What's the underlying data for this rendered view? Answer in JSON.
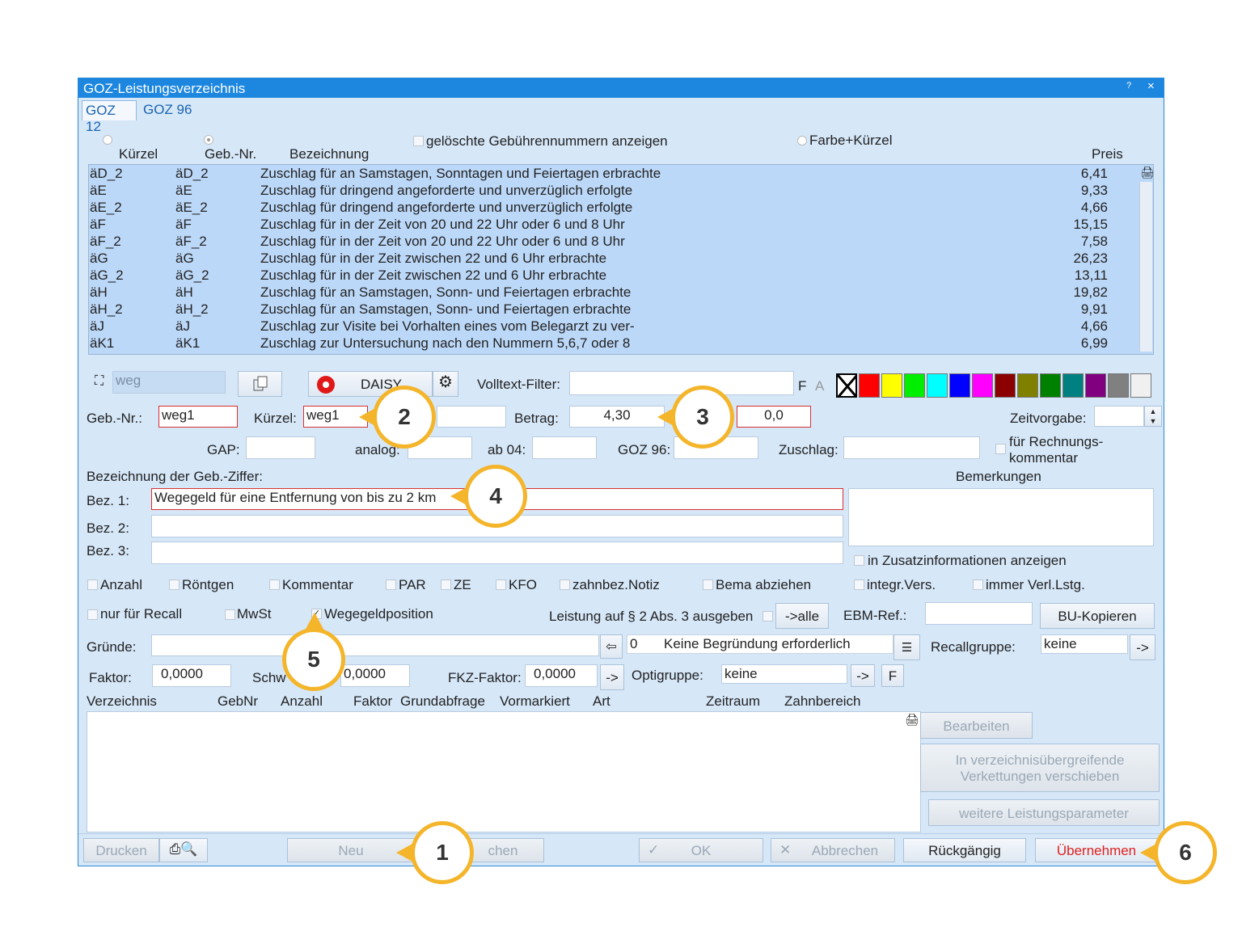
{
  "window": {
    "title": "GOZ-Leistungsverzeichnis",
    "help": "?",
    "close": "×"
  },
  "tabs": [
    "GOZ 12",
    "GOZ 96"
  ],
  "sort": {
    "kuerzel": "Kürzel",
    "gebnr": "Geb.-Nr.",
    "bezeichnung": "Bezeichnung",
    "deleted_label": "gelöschte Gebührennummern anzeigen",
    "farbe_label": "Farbe+Kürzel",
    "preis": "Preis"
  },
  "list": [
    {
      "k": "äD_2",
      "g": "äD_2",
      "b": "Zuschlag für an Samstagen, Sonntagen und Feiertagen erbrachte",
      "p": "6,41"
    },
    {
      "k": "äE",
      "g": "äE",
      "b": "Zuschlag für dringend angeforderte und unverzüglich erfolgte",
      "p": "9,33"
    },
    {
      "k": "äE_2",
      "g": "äE_2",
      "b": "Zuschlag für dringend angeforderte und unverzüglich erfolgte",
      "p": "4,66"
    },
    {
      "k": "äF",
      "g": "äF",
      "b": "Zuschlag für in der Zeit von 20 und 22 Uhr oder 6 und 8 Uhr",
      "p": "15,15"
    },
    {
      "k": "äF_2",
      "g": "äF_2",
      "b": "Zuschlag für in der Zeit von 20 und 22 Uhr oder 6 und 8 Uhr",
      "p": "7,58"
    },
    {
      "k": "äG",
      "g": "äG",
      "b": "Zuschlag für in der Zeit zwischen 22 und 6 Uhr erbrachte",
      "p": "26,23"
    },
    {
      "k": "äG_2",
      "g": "äG_2",
      "b": "Zuschlag für in der Zeit zwischen 22 und 6 Uhr erbrachte",
      "p": "13,11"
    },
    {
      "k": "äH",
      "g": "äH",
      "b": "Zuschlag für an Samstagen, Sonn- und Feiertagen erbrachte",
      "p": "19,82"
    },
    {
      "k": "äH_2",
      "g": "äH_2",
      "b": "Zuschlag für an Samstagen, Sonn- und Feiertagen erbrachte",
      "p": "9,91"
    },
    {
      "k": "äJ",
      "g": "äJ",
      "b": "Zuschlag zur Visite bei Vorhalten eines vom Belegarzt zu ver-",
      "p": "4,66"
    },
    {
      "k": "äK1",
      "g": "äK1",
      "b": "Zuschlag zur Untersuchung nach den Nummern 5,6,7 oder 8",
      "p": "6,99"
    }
  ],
  "search": {
    "value": "weg",
    "daisy": "DAISY",
    "volltext_label": "Volltext-Filter:",
    "f": "F",
    "a": "A"
  },
  "colors": [
    "#ffffff",
    "#ff0000",
    "#ffff00",
    "#00ee00",
    "#00ffff",
    "#0000ff",
    "#ff00ff",
    "#8b0000",
    "#808000",
    "#008000",
    "#008080",
    "#800080",
    "#808080",
    "#f0f0f0"
  ],
  "form": {
    "gebnr_label": "Geb.-Nr.:",
    "gebnr": "weg1",
    "kuerzel_label": "Kürzel:",
    "kuerzel": "weg1",
    "betrag_label": "Betrag:",
    "betrag": "4,30",
    "betrag2": "0,0",
    "zeitvorgabe_label": "Zeitvorgabe:",
    "gap_label": "GAP:",
    "analog_label": "analog:",
    "ab04_label": "ab 04:",
    "goz96_label": "GOZ 96:",
    "zuschlag_label": "Zuschlag:",
    "rechnung_label": "für Rechnungs-kommentar",
    "bez_header": "Bezeichnung der Geb.-Ziffer:",
    "bemerkungen": "Bemerkungen",
    "bez1_label": "Bez. 1:",
    "bez1": "Wegegeld für eine Entfernung von bis zu 2 km",
    "bez2_label": "Bez. 2:",
    "bez3_label": "Bez. 3:",
    "zusatz_label": "in Zusatzinformationen anzeigen"
  },
  "checks1": [
    "Anzahl",
    "Röntgen",
    "Kommentar",
    "PAR",
    "ZE",
    "KFO",
    "zahnbez.Notiz",
    "Bema abziehen",
    "integr.Vers.",
    "immer Verl.Lstg."
  ],
  "checks2": {
    "recall": "nur für Recall",
    "mwst": "MwSt",
    "wegegeld": "Wegegeldposition",
    "leistung": "Leistung auf § 2 Abs. 3 ausgeben",
    "alle": "->alle",
    "ebm": "EBM-Ref.:",
    "bu": "BU-Kopieren"
  },
  "gruende": {
    "label": "Gründe:",
    "code": "0",
    "text": "Keine Begründung erforderlich",
    "recall_label": "Recallgruppe:",
    "recall": "keine",
    "arrow": "->"
  },
  "faktor": {
    "label": "Faktor:",
    "value": "0,0000",
    "schw_label": "Schw",
    "schw": "0,0000",
    "fkz_label": "FKZ-Faktor:",
    "fkz": "0,0000",
    "arrow": "->",
    "opti_label": "Optigruppe:",
    "opti": "keine",
    "f": "F"
  },
  "verz_cols": [
    "Verzeichnis",
    "GebNr",
    "Anzahl",
    "Faktor",
    "Grundabfrage",
    "Vormarkiert",
    "Art",
    "Zeitraum",
    "Zahnbereich"
  ],
  "side_buttons": {
    "bearbeiten": "Bearbeiten",
    "verschieben": "In verzeichnisübergreifende Verkettungen verschieben",
    "weitere": "weitere Leistungsparameter"
  },
  "bottom": {
    "drucken": "Drucken",
    "neu": "Neu",
    "loeschen": "chen",
    "ok": "OK",
    "abbrechen": "Abbrechen",
    "rueck": "Rückgängig",
    "uebernehmen": "Übernehmen"
  },
  "callouts": [
    "1",
    "2",
    "3",
    "4",
    "5",
    "6"
  ]
}
